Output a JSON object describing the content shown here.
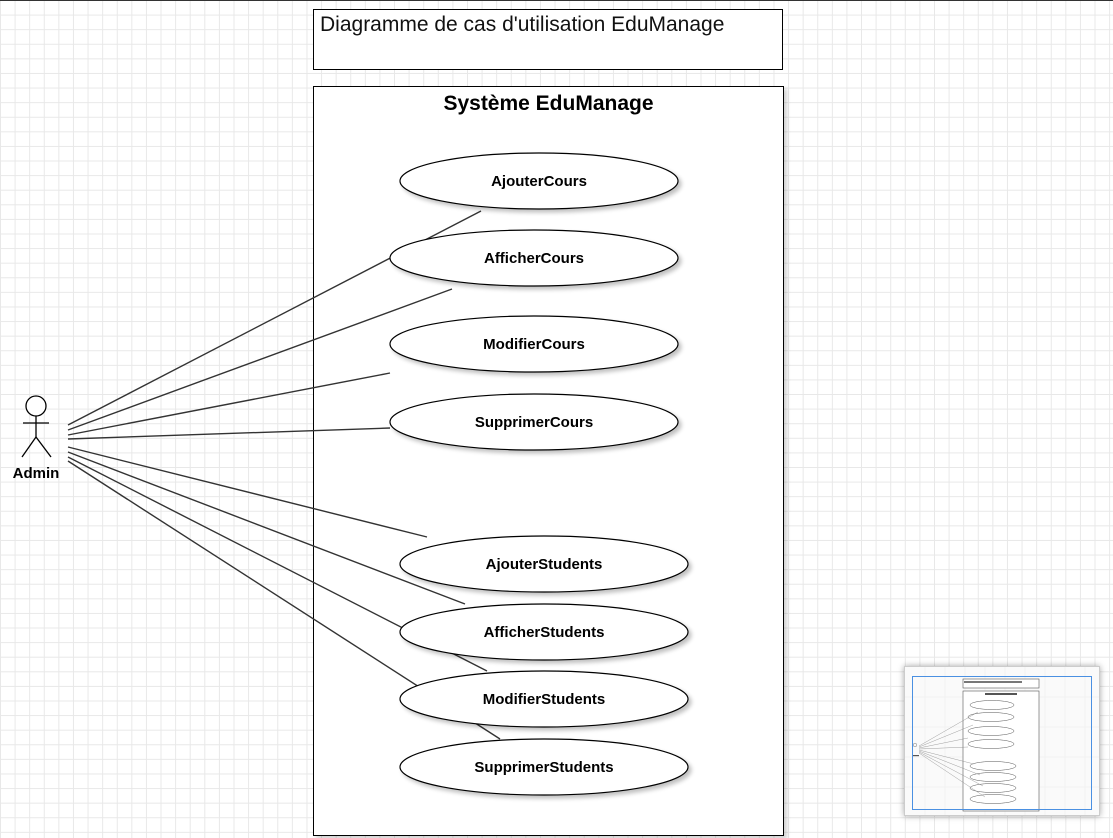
{
  "diagram": {
    "title": "Diagramme de cas d'utilisation EduManage",
    "system": {
      "name": "Système EduManage"
    },
    "actor": {
      "name": "Admin"
    },
    "use_cases": [
      {
        "id": "uc-ajouter-cours",
        "label": "AjouterCours"
      },
      {
        "id": "uc-afficher-cours",
        "label": "AfficherCours"
      },
      {
        "id": "uc-modifier-cours",
        "label": "ModifierCours"
      },
      {
        "id": "uc-supprimer-cours",
        "label": "SupprimerCours"
      },
      {
        "id": "uc-ajouter-students",
        "label": "AjouterStudents"
      },
      {
        "id": "uc-afficher-students",
        "label": "AfficherStudents"
      },
      {
        "id": "uc-modifier-students",
        "label": "ModifierStudents"
      },
      {
        "id": "uc-supprimer-students",
        "label": "SupprimerStudents"
      }
    ],
    "associations": [
      {
        "from": "Admin",
        "to": "AjouterCours"
      },
      {
        "from": "Admin",
        "to": "AfficherCours"
      },
      {
        "from": "Admin",
        "to": "ModifierCours"
      },
      {
        "from": "Admin",
        "to": "SupprimerCours"
      },
      {
        "from": "Admin",
        "to": "AjouterStudents"
      },
      {
        "from": "Admin",
        "to": "AfficherStudents"
      },
      {
        "from": "Admin",
        "to": "ModifierStudents"
      },
      {
        "from": "Admin",
        "to": "SupprimerStudents"
      }
    ]
  },
  "minimap": {
    "icon": "outline-minimap",
    "viewport_color": "#4a90e2"
  }
}
